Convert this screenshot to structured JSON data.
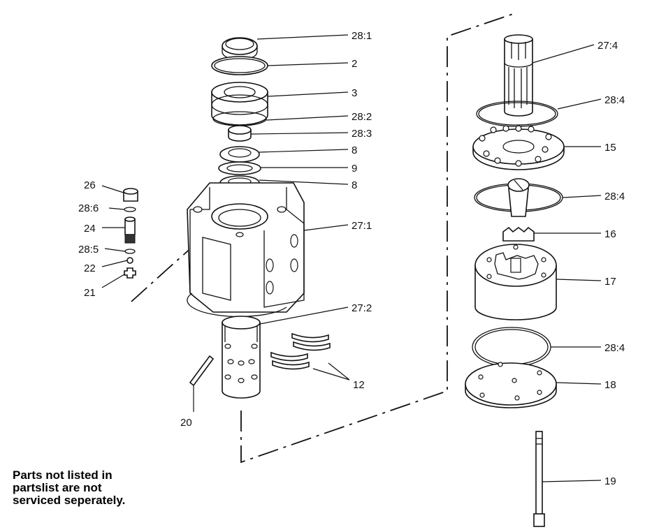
{
  "callouts": {
    "c28_1": "28:1",
    "c2": "2",
    "c3": "3",
    "c28_2": "28:2",
    "c28_3": "28:3",
    "c8a": "8",
    "c9": "9",
    "c8b": "8",
    "c27_1": "27:1",
    "c27_2": "27:2",
    "c12": "12",
    "c20": "20",
    "c26": "26",
    "c28_6": "28:6",
    "c24": "24",
    "c28_5": "28:5",
    "c22": "22",
    "c21": "21",
    "c27_4": "27:4",
    "c28_4a": "28:4",
    "c15": "15",
    "c28_4b": "28:4",
    "c16": "16",
    "c17": "17",
    "c28_4c": "28:4",
    "c18": "18",
    "c19": "19"
  },
  "note": {
    "line1": "Parts not listed in",
    "line2": "partslist are not",
    "line3": "serviced seperately."
  }
}
